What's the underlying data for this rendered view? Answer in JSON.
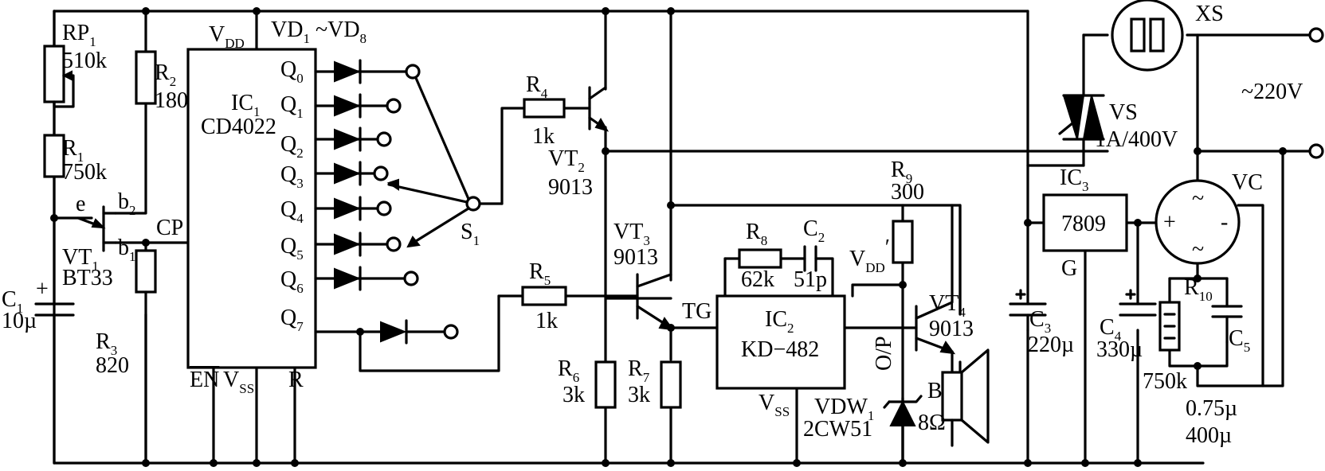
{
  "labels": {
    "rp1": "RP",
    "rp1_sub": "1",
    "rp1_val": "510k",
    "r2": "R",
    "r2_sub": "2",
    "r2_val": "180",
    "r1": "R",
    "r1_sub": "1",
    "r1_val": "750k",
    "e": "e",
    "b2": "b",
    "b2_sub": "2",
    "b1": "b",
    "b1_sub": "1",
    "cp": "CP",
    "vt1": "VT",
    "vt1_sub": "1",
    "vt1_val": "BT33",
    "c1": "C",
    "c1_sub": "1",
    "c1_val": "10µ",
    "r3": "R",
    "r3_sub": "3",
    "r3_val": "820",
    "vdd": "V",
    "vdd_sub": "DD",
    "vd": "VD",
    "vd_sub1": "1",
    "vd_tilde": " ~VD",
    "vd_sub8": "8",
    "ic1": "IC",
    "ic1_sub": "1",
    "ic1_val": "CD4022",
    "q0": "Q",
    "q0_sub": "0",
    "q1": "Q",
    "q1_sub": "1",
    "q2": "Q",
    "q2_sub": "2",
    "q3": "Q",
    "q3_sub": "3",
    "q4": "Q",
    "q4_sub": "4",
    "q5": "Q",
    "q5_sub": "5",
    "q6": "Q",
    "q6_sub": "6",
    "q7": "Q",
    "q7_sub": "7",
    "en": "EN",
    "vss1": "V",
    "vss1_sub": "SS",
    "rpin": "R",
    "s1": "S",
    "s1_sub": "1",
    "r4": "R",
    "r4_sub": "4",
    "r4_val": "1k",
    "vt2": "VT",
    "vt2_sub": "2",
    "vt2_val": "9013",
    "vt3": "VT",
    "vt3_sub": "3",
    "vt3_val": "9013",
    "r5": "R",
    "r5_sub": "5",
    "r5_val": "1k",
    "r6": "R",
    "r6_sub": "6",
    "r6_val": "3k",
    "r7": "R",
    "r7_sub": "7",
    "r7_val": "3k",
    "tg": "TG",
    "r8": "R",
    "r8_sub": "8",
    "r8_val": "62k",
    "c2": "C",
    "c2_sub": "2",
    "c2_val": "51p",
    "vddp": "V",
    "vddp_sub": "DD",
    "vddp_prime": "′",
    "r9": "R",
    "r9_sub": "9",
    "r9_val": "300",
    "ic2": "IC",
    "ic2_sub": "2",
    "ic2_val": "KD−482",
    "op": "O/P",
    "vss2": "V",
    "vss2_sub": "SS",
    "vdw": "VDW",
    "vdw_sub": "1",
    "vdw_val": "2CW51",
    "vt4": "VT",
    "vt4_sub": "4",
    "vt4_val": "9013",
    "b": "B",
    "b_val": "8Ω",
    "xs": "XS",
    "vs": "VS",
    "vs_val": "1A/400V",
    "ac": "~220V",
    "ic3": "IC",
    "ic3_sub": "3",
    "ic3_val": "7809",
    "g": "G",
    "vc": "VC",
    "c3": "C",
    "c3_sub": "3",
    "c3_val": "220µ",
    "c4": "C",
    "c4_sub": "4",
    "c4_val": "330µ",
    "r10": "R",
    "r10_sub": "10",
    "r10_val": "750k",
    "c5": "C",
    "c5_sub": "5",
    "c5_val1": "0.75µ",
    "c5_val2": "400µ",
    "plus": "+",
    "minus": "-",
    "tilde": "~"
  }
}
